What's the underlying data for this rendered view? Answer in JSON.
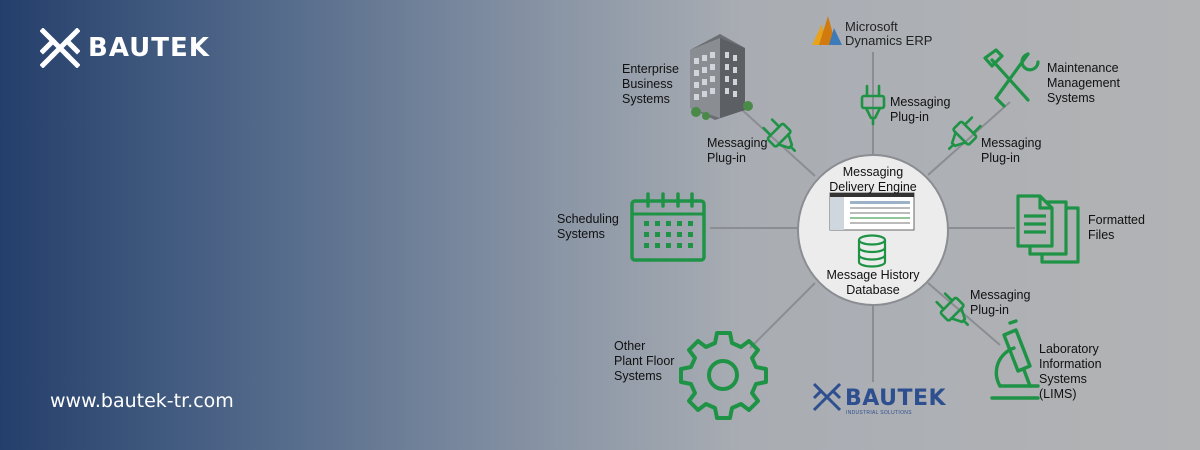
{
  "brand": {
    "name": "BAUTEK",
    "url": "www.bautek-tr.com"
  },
  "colors": {
    "accent": "#1e9346",
    "line": "#8a8d91",
    "brand_blue": "#2d4f8f"
  },
  "center": {
    "engine_line1": "Messaging",
    "engine_line2": "Delivery Engine",
    "db_line1": "Message History",
    "db_line2": "Database"
  },
  "nodes": {
    "enterprise": [
      "Enterprise",
      "Business",
      "Systems"
    ],
    "microsoft": {
      "brand": "Microsoft",
      "product": "Dynamics ERP"
    },
    "maintenance": [
      "Maintenance",
      "Management",
      "Systems"
    ],
    "scheduling": [
      "Scheduling",
      "Systems"
    ],
    "formatted": [
      "Formatted",
      "Files"
    ],
    "other": [
      "Other",
      "Plant Floor",
      "Systems"
    ],
    "lims": [
      "Laboratory",
      "Information",
      "Systems",
      "(LIMS)"
    ],
    "bautek_logo": {
      "name": "BAUTEK",
      "tagline": "INDUSTRIAL SOLUTIONS"
    }
  },
  "plugins": {
    "p1": [
      "Messaging",
      "Plug-in"
    ],
    "p2": [
      "Messaging",
      "Plug-in"
    ],
    "p3": [
      "Messaging",
      "Plug-in"
    ],
    "p4": [
      "Messaging",
      "Plug-in"
    ]
  },
  "icons": {
    "logo": "bautek-x-logo",
    "enterprise": "office-building-icon",
    "microsoft": "microsoft-dynamics-logo",
    "maintenance": "wrench-hammer-icon",
    "scheduling": "calendar-icon",
    "formatted": "documents-icon",
    "other": "gear-icon",
    "lims": "microscope-icon",
    "plugin": "plug-icon",
    "database": "database-icon",
    "engine": "screenshot-thumbnail"
  }
}
